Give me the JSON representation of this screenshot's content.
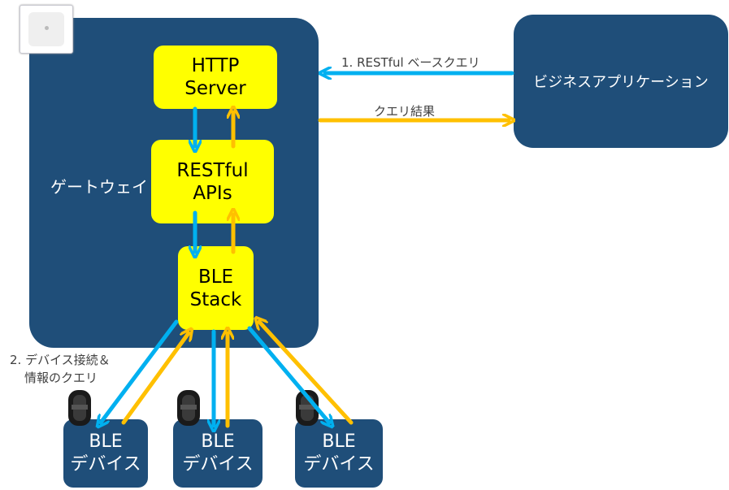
{
  "gateway": {
    "label": "ゲートウェイ"
  },
  "http_server": {
    "line1": "HTTP",
    "line2": "Server"
  },
  "restful_apis": {
    "line1": "RESTful",
    "line2": "APIs"
  },
  "ble_stack": {
    "line1": "BLE",
    "line2": "Stack"
  },
  "business_app": {
    "label": "ビジネスアプリケーション"
  },
  "arrows": {
    "request_label": "1. RESTful ベースクエリ",
    "result_label": "クエリ結果",
    "device_query_line1": "2. デバイス接続＆",
    "device_query_line2": "情報のクエリ"
  },
  "devices": [
    {
      "line1": "BLE",
      "line2": "デバイス"
    },
    {
      "line1": "BLE",
      "line2": "デバイス"
    },
    {
      "line1": "BLE",
      "line2": "デバイス"
    }
  ],
  "colors": {
    "navy": "#1f4e79",
    "yellow": "#ffff00",
    "blue_arrow": "#00b0f0",
    "orange_arrow": "#ffc000"
  }
}
